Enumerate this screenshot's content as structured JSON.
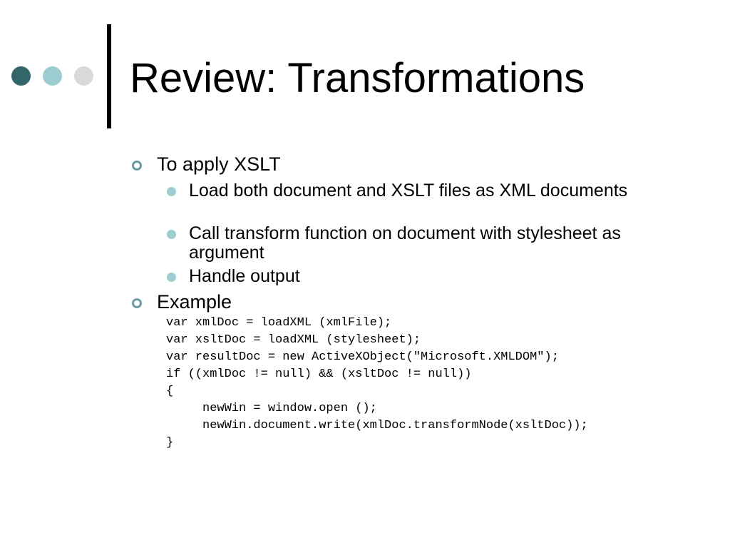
{
  "slide": {
    "title": "Review: Transformations",
    "colors": {
      "dot_dark": "#336668",
      "dot_mid": "#9ccdd0",
      "dot_light": "#d9d9d9",
      "ring_bullet": "#6e9aa4",
      "sub_bullet": "#9ccdd0"
    },
    "bullets": [
      {
        "text": "To apply XSLT",
        "icon": "ring-bullet-icon",
        "children": [
          "Load both document and XSLT files as XML documents",
          "Call transform function on document with stylesheet as argument",
          "Handle output"
        ]
      },
      {
        "text": "Example",
        "icon": "ring-bullet-icon",
        "children": []
      }
    ],
    "code_lines": [
      "var xmlDoc = loadXML (xmlFile);",
      "var xsltDoc = loadXML (stylesheet);",
      "var resultDoc = new ActiveXObject(\"Microsoft.XMLDOM\");",
      "if ((xmlDoc != null) && (xsltDoc != null))",
      "{",
      "     newWin = window.open ();",
      "     newWin.document.write(xmlDoc.transformNode(xsltDoc));",
      "}"
    ]
  }
}
